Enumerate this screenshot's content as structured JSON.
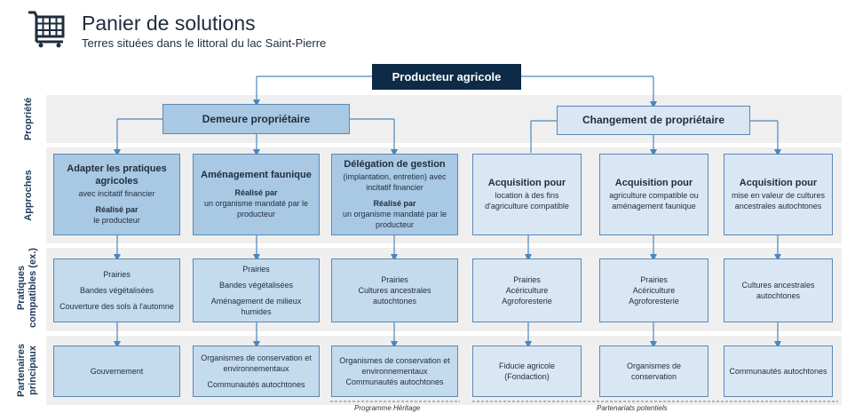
{
  "header": {
    "title": "Panier de solutions",
    "subtitle": "Terres situées dans le littoral du lac Saint-Pierre",
    "icon": "shopping-cart-icon"
  },
  "root": "Producteur agricole",
  "rows": {
    "propriete": "Propriété",
    "approches": "Approches",
    "pratiques_1": "Pratiques",
    "pratiques_2": "compatibles (ex.)",
    "partenaires_1": "Partenaires",
    "partenaires_2": "principaux"
  },
  "ownership": {
    "left": "Demeure propriétaire",
    "right": "Changement de propriétaire"
  },
  "approaches": [
    {
      "title": "Adapter les pratiques agricoles",
      "line1": "avec incitatif financier",
      "bold": "Réalisé par",
      "line2": "le producteur"
    },
    {
      "title": "Aménagement faunique",
      "bold": "Réalisé par",
      "line2": "un organisme mandaté par le producteur"
    },
    {
      "title": "Délégation de gestion",
      "line1": "(implantation, entretien) avec incitatif financier",
      "bold": "Réalisé par",
      "line2": "un organisme mandaté par le producteur"
    },
    {
      "title": "Acquisition pour",
      "line1": "location à des fins d'agriculture compatible"
    },
    {
      "title": "Acquisition pour",
      "line1": "agriculture compatible ou aménagement faunique"
    },
    {
      "title": "Acquisition pour",
      "line1": "mise en valeur de cultures ancestrales autochtones"
    }
  ],
  "practices": [
    [
      "Prairies",
      "Bandes végétalisées",
      "Couverture des sols à l'automne"
    ],
    [
      "Prairies",
      "Bandes végétalisées",
      "Aménagement de milieux humides"
    ],
    [
      "Prairies",
      "Cultures ancestrales autochtones"
    ],
    [
      "Prairies",
      "Acériculture",
      "Agroforesterie"
    ],
    [
      "Prairies",
      "Acériculture",
      "Agroforesterie"
    ],
    [
      "Cultures ancestrales autochtones"
    ]
  ],
  "partners": [
    [
      "Gouvernement"
    ],
    [
      "Organismes de conservation et environnementaux",
      "Communautés autochtones"
    ],
    [
      "Organismes de conservation et environnementaux",
      "Communautés autochtones"
    ],
    [
      "Fiducie agricole",
      "(Fondaction)"
    ],
    [
      "Organismes de conservation"
    ],
    [
      "Communautés autochtones"
    ]
  ],
  "footer": {
    "left": "Programme Héritage",
    "right": "Partenariats potentiels"
  },
  "colors": {
    "navy": "#0d2a46",
    "box": "#c4daed",
    "box_dark": "#a9c8e3",
    "border": "#5b88b4",
    "band": "#efefef",
    "line": "#4a86c0"
  }
}
